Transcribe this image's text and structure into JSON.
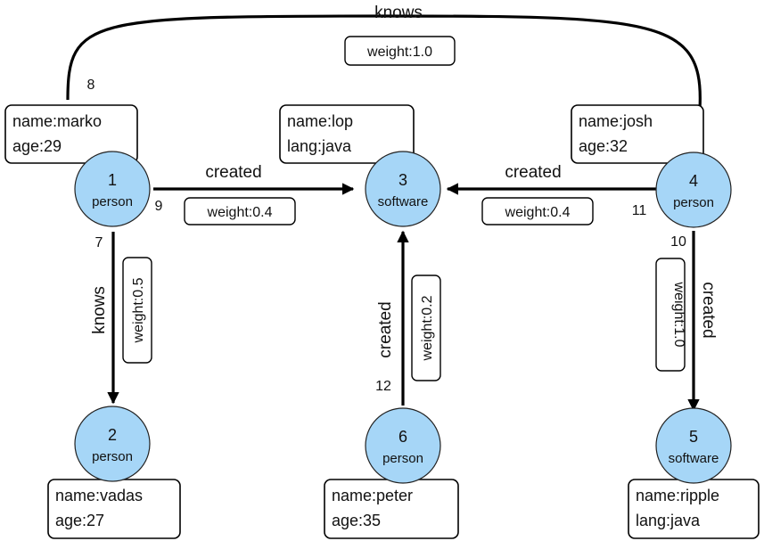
{
  "colors": {
    "node_fill": "#a6d6f7",
    "edge": "#000000",
    "box_border": "#000000"
  },
  "vertices": [
    {
      "id": "1",
      "label": "person",
      "props": [
        "name:marko",
        "age:29"
      ]
    },
    {
      "id": "2",
      "label": "person",
      "props": [
        "name:vadas",
        "age:27"
      ]
    },
    {
      "id": "3",
      "label": "software",
      "props": [
        "name:lop",
        "lang:java"
      ]
    },
    {
      "id": "4",
      "label": "person",
      "props": [
        "name:josh",
        "age:32"
      ]
    },
    {
      "id": "5",
      "label": "software",
      "props": [
        "name:ripple",
        "lang:java"
      ]
    },
    {
      "id": "6",
      "label": "person",
      "props": [
        "name:peter",
        "age:35"
      ]
    }
  ],
  "edges": [
    {
      "id": "8",
      "label": "knows",
      "weight": "weight:1.0",
      "from": "1",
      "to": "4"
    },
    {
      "id": "7",
      "label": "knows",
      "weight": "weight:0.5",
      "from": "1",
      "to": "2"
    },
    {
      "id": "9",
      "label": "created",
      "weight": "weight:0.4",
      "from": "1",
      "to": "3"
    },
    {
      "id": "11",
      "label": "created",
      "weight": "weight:0.4",
      "from": "4",
      "to": "3"
    },
    {
      "id": "10",
      "label": "created",
      "weight": "weight:1.0",
      "from": "4",
      "to": "5"
    },
    {
      "id": "12",
      "label": "created",
      "weight": "weight:0.2",
      "from": "6",
      "to": "3"
    }
  ]
}
